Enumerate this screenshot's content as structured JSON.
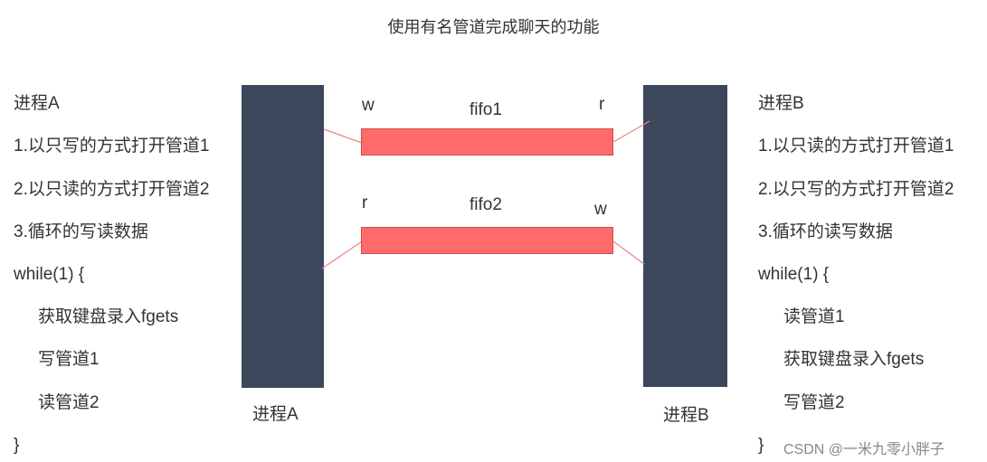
{
  "title": "使用有名管道完成聊天的功能",
  "process_a": {
    "lines": [
      "进程A",
      "1.以只写的方式打开管道1",
      "2.以只读的方式打开管道2",
      "3.循环的写读数据",
      "while(1) {",
      "获取键盘录入fgets",
      "写管道1",
      "读管道2",
      "}"
    ],
    "box_label": "进程A"
  },
  "process_b": {
    "lines": [
      "进程B",
      "1.以只读的方式打开管道1",
      "2.以只写的方式打开管道2",
      "3.循环的读写数据",
      "while(1) {",
      "读管道1",
      "获取键盘录入fgets",
      "写管道2",
      "}"
    ],
    "box_label": "进程B"
  },
  "fifo1": {
    "name": "fifo1",
    "left_mode": "w",
    "right_mode": "r"
  },
  "fifo2": {
    "name": "fifo2",
    "left_mode": "r",
    "right_mode": "w"
  },
  "watermark": "CSDN @一米九零小胖子",
  "colors": {
    "bar": "#3d475c",
    "pipe": "#ff6b6b",
    "connector": "#f08080"
  }
}
